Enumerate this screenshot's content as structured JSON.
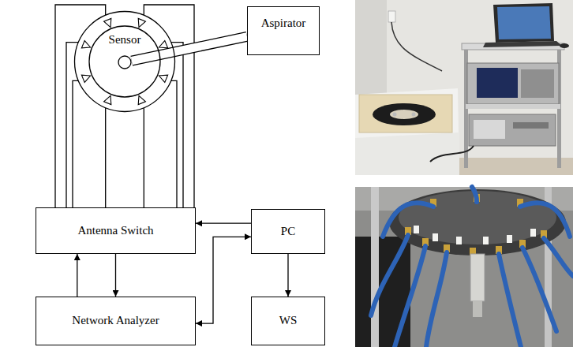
{
  "diagram": {
    "nodes": [
      {
        "text": [
          "Sensor"
        ]
      },
      {
        "text": [
          "Aspirator"
        ]
      },
      {
        "text": [
          "Antenna Switch"
        ]
      },
      {
        "text": [
          "PC"
        ]
      },
      {
        "text": [
          "Network Analyzer"
        ]
      },
      {
        "text": [
          "WS"
        ]
      }
    ],
    "edges": [
      {
        "from": 0,
        "to": 1,
        "arrow": "none"
      },
      {
        "from": 0,
        "to": 2,
        "arrow": "none"
      },
      {
        "from": 0,
        "to": 2,
        "arrow": "none"
      },
      {
        "from": 0,
        "to": 2,
        "arrow": "none"
      },
      {
        "from": 0,
        "to": 2,
        "arrow": "none"
      },
      {
        "from": 0,
        "to": 2,
        "arrow": "none"
      },
      {
        "from": 0,
        "to": 2,
        "arrow": "none"
      },
      {
        "from": 0,
        "to": 2,
        "arrow": "none"
      },
      {
        "from": 0,
        "to": 2,
        "arrow": "none"
      },
      {
        "from": 3,
        "to": 2,
        "arrow": "to"
      },
      {
        "from": 2,
        "to": 4,
        "arrow": "to"
      },
      {
        "from": 4,
        "to": 2,
        "arrow": "to"
      },
      {
        "from": 3,
        "to": 4,
        "arrow": "both"
      },
      {
        "from": 3,
        "to": 5,
        "arrow": "to"
      }
    ]
  }
}
